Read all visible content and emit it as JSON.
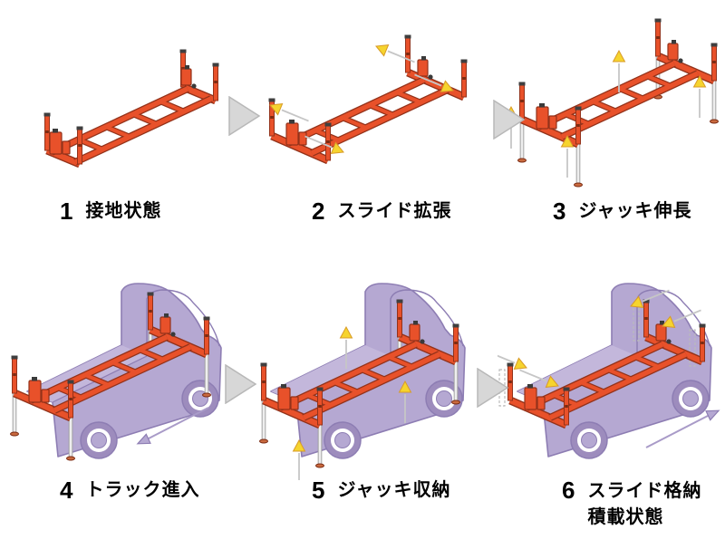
{
  "diagram": {
    "description_type": "loading-sequence-diagram",
    "rows": 2,
    "columns": 3
  },
  "steps": [
    {
      "number": "1",
      "label": "接地状態"
    },
    {
      "number": "2",
      "label": "スライド拡張"
    },
    {
      "number": "3",
      "label": "ジャッキ伸長"
    },
    {
      "number": "4",
      "label": "トラック進入"
    },
    {
      "number": "5",
      "label": "ジャッキ収納"
    },
    {
      "number": "6",
      "label": "スライド格納",
      "label2": "積載状態"
    }
  ],
  "colors": {
    "background": "#ffffff",
    "text": "#000000",
    "frame_orange": "#e8512a",
    "frame_outline": "#93321a",
    "truck_purple": "#b5a8d2",
    "truck_top_purple": "#c3b7db",
    "truck_outline": "#8d7db3",
    "wheel_purple": "#9d8cbd",
    "jack_leg_white": "#eeeeee",
    "arrow_yellow": "#f6d42e",
    "arrow_yellow_outline": "#d89b28",
    "arrow_tail_gray": "#c6c6c6",
    "chevron_gray": "#d7d7d7",
    "truck_arrow_purple": "#a99bc8"
  }
}
